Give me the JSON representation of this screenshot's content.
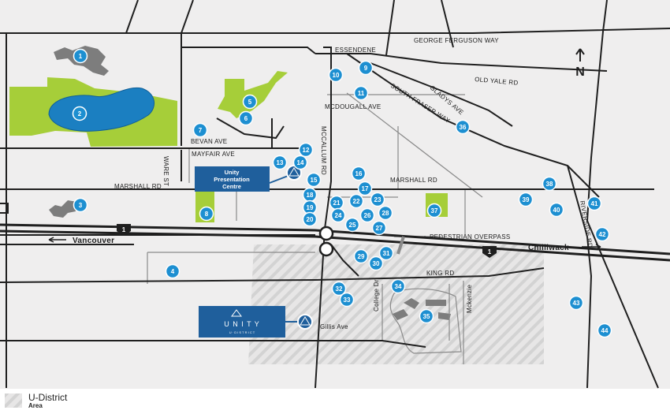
{
  "colors": {
    "background": "#efeeee",
    "road": "#1f1f1f",
    "minor_road": "#8a8a8a",
    "park": "#a6ce39",
    "water": "#1b7fc1",
    "building": "#7d7d7d",
    "marker": "#1d8fd1",
    "brand_box": "#1f5f9c",
    "hatch": "#d6d6d6"
  },
  "streets": {
    "george_ferguson_way": "GEORGE FERGUSON WAY",
    "essendene": "ESSENDENE",
    "old_yale_rd": "OLD YALE RD",
    "gladys_ave": "GLADYS AVE",
    "south_fraser_way": "SOUTH FRASER WAY",
    "mcdougall_ave": "MCDOUGALL AVE",
    "mccallum_rd": "MCCALLUM RD",
    "bevan_ave": "BEVAN AVE",
    "mayfair_ave": "MAYFAIR AVE",
    "ware_st": "WARE ST",
    "marshall_rd_west": "MARSHALL RD",
    "marshall_rd_east": "MARSHALL RD",
    "riverside_rd": "RIVERSIDE RD",
    "king_rd": "KING RD",
    "college_dr": "College Dr",
    "mckenzie": "Mckenzie",
    "gillis_ave": "Gillis Ave"
  },
  "labels": {
    "north": "N",
    "vancouver": "Vancouver",
    "chilliwack": "Chilliwack",
    "highway_number": "1",
    "pedestrian_overpass": "PEDESTRIAN OVERPASS",
    "presentation_centre": [
      "Unity",
      "Presentation",
      "Centre"
    ],
    "unity_logo_text": "U N I T Y",
    "unity_logo_sub": "U · D I S T R I C T"
  },
  "markers": [
    "1",
    "2",
    "3",
    "4",
    "5",
    "6",
    "7",
    "8",
    "9",
    "10",
    "11",
    "12",
    "13",
    "14",
    "15",
    "16",
    "17",
    "18",
    "19",
    "20",
    "21",
    "22",
    "23",
    "24",
    "25",
    "26",
    "27",
    "28",
    "29",
    "30",
    "31",
    "32",
    "33",
    "34",
    "35",
    "36",
    "37",
    "38",
    "39",
    "40",
    "41",
    "42",
    "43",
    "44"
  ],
  "legend": {
    "title": "U-District",
    "subtitle": "Area"
  }
}
